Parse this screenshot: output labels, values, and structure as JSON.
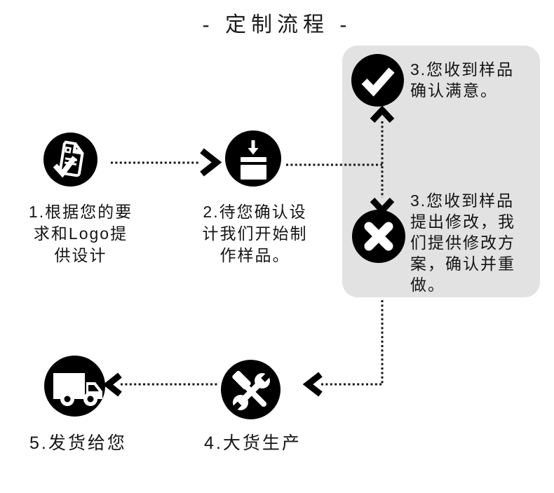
{
  "title": "- 定制流程 -",
  "colors": {
    "background": "#ffffff",
    "icon_bg": "#000000",
    "icon_fg": "#ffffff",
    "panel_bg": "#e2e2e2",
    "text": "#141414"
  },
  "steps": [
    {
      "id": "step-1",
      "icon": "document-check-icon",
      "label": "1.根据您的要\n求和Logo提\n供设计"
    },
    {
      "id": "step-2",
      "icon": "sample-box-icon",
      "label": "2.待您确认设\n计我们开始制\n作样品。"
    },
    {
      "id": "step-3-accept",
      "icon": "check-icon",
      "label": "3.您收到样品\n确认满意。"
    },
    {
      "id": "step-3-revise",
      "icon": "x-icon",
      "label": "3.您收到样品\n提出修改，我\n们提供修改方\n案，确认并重\n做。"
    },
    {
      "id": "step-4",
      "icon": "tools-icon",
      "label": "4.大货生产"
    },
    {
      "id": "step-5",
      "icon": "truck-icon",
      "label": "5.发货给您"
    }
  ]
}
